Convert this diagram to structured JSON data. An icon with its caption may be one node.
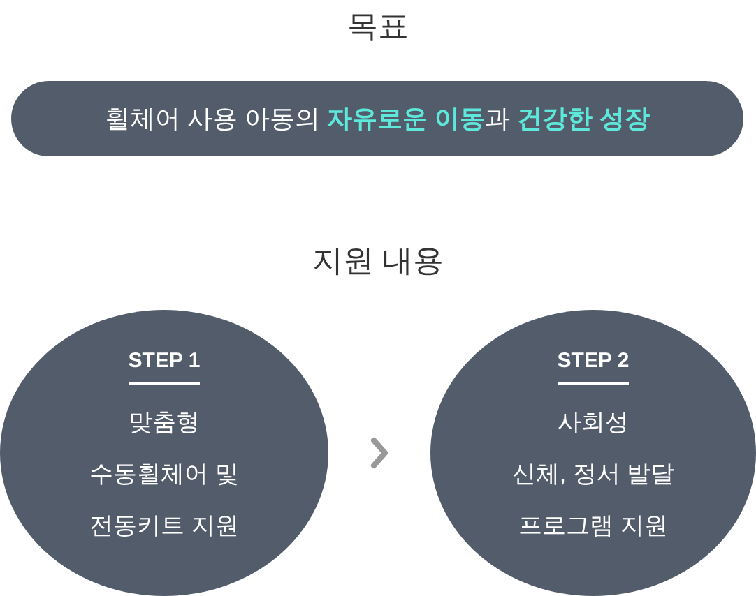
{
  "diagram": {
    "title": "목표",
    "nodes": [
      {
        "text": [
          "휠체어 사용 아동의 **자유로운 이동**과 **건강한 성장**"
        ]
      },
      {
        "text": [
          "STEP 1",
          "맞춤형 수동휠체어 및 전동키트 지원"
        ]
      },
      {
        "text": [
          "STEP 2",
          "사회성 신체, 정서 발달 프로그램 지원"
        ]
      }
    ],
    "edges": [
      {
        "from": 1,
        "to": 2,
        "arrow": "to"
      }
    ],
    "labels": [
      "지원 내용"
    ]
  }
}
